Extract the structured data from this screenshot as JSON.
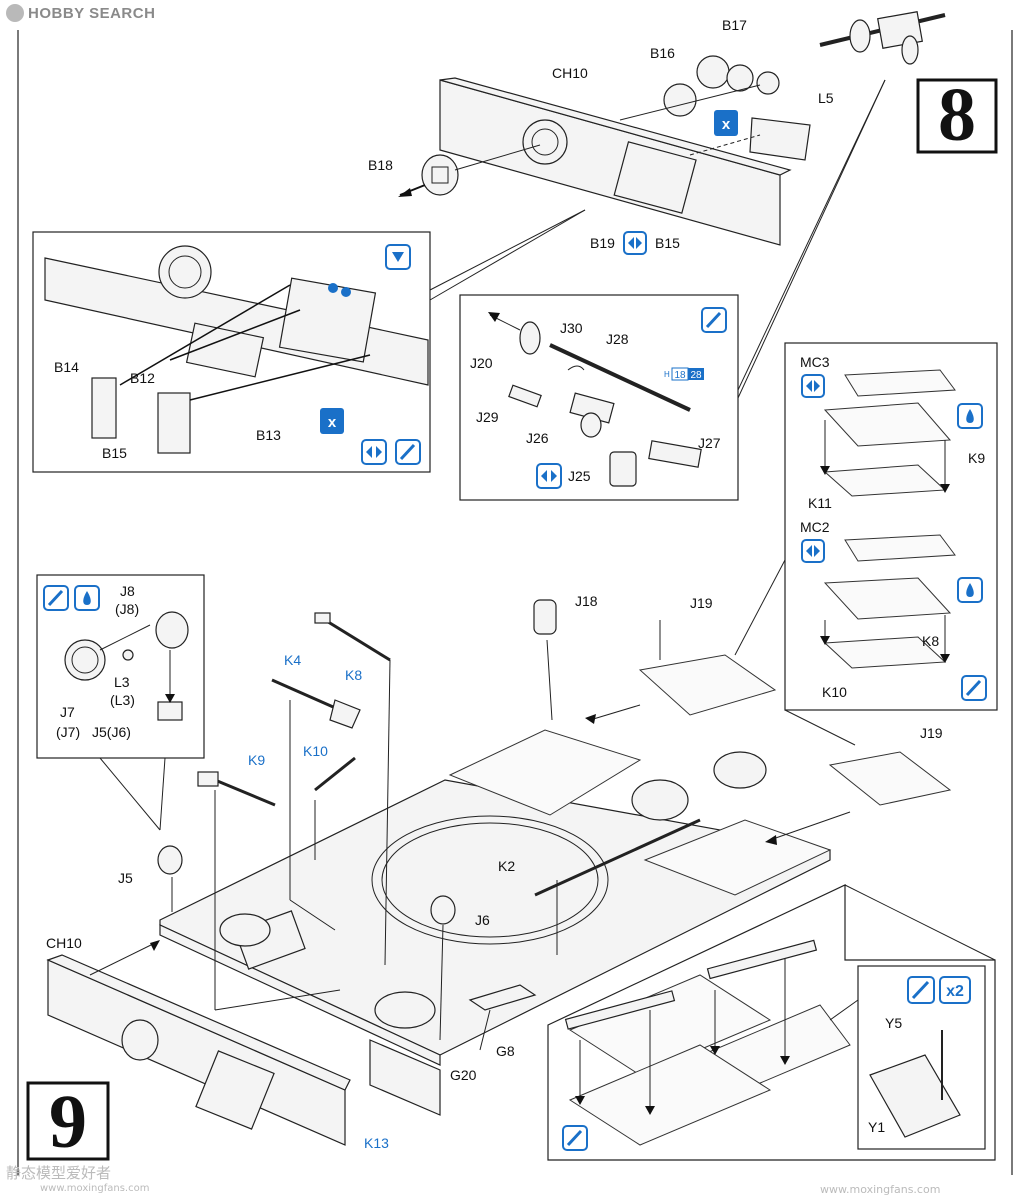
{
  "watermark": {
    "site": "HOBBY SEARCH",
    "bottom_text": "静态模型爱好者",
    "bottom_sub": "www.moxingfans.com",
    "url": "www.moxingfans.com"
  },
  "steps": {
    "step8": "8",
    "step9": "9"
  },
  "parts_step8": {
    "ch10": "CH10",
    "b16": "B16",
    "b17": "B17",
    "b18": "B18",
    "l5": "L5",
    "b19": "B19",
    "b15": "B15"
  },
  "inset_hatch": {
    "b14": "B14",
    "b12": "B12",
    "b13": "B13",
    "b15": "B15"
  },
  "inset_mg": {
    "j30": "J30",
    "j28": "J28",
    "j20": "J20",
    "j29": "J29",
    "j26": "J26",
    "j27": "J27",
    "j25": "J25",
    "h_label": "H",
    "n18": "18",
    "n28": "28"
  },
  "inset_grille": {
    "mc3": "MC3",
    "k9": "K9",
    "k11": "K11",
    "mc2": "MC2",
    "k8": "K8",
    "k10": "K10"
  },
  "inset_vision": {
    "j8": "J8",
    "j8p": "(J8)",
    "l3": "L3",
    "l3p": "(L3)",
    "j7": "J7",
    "j7p": "(J7)",
    "j5": "J5(J6)"
  },
  "parts_step9": {
    "k4": "K4",
    "k8": "K8",
    "j18": "J18",
    "j19a": "J19",
    "j19b": "J19",
    "k9": "K9",
    "k10": "K10",
    "j5": "J5",
    "k2": "K2",
    "j6": "J6",
    "ch10": "CH10",
    "g8": "G8",
    "g20": "G20",
    "k13": "K13"
  },
  "inset_rear": {
    "y5": "Y5",
    "y1": "Y1",
    "x2": "x2"
  },
  "colors": {
    "blue": "#1a70c8",
    "ink": "#111111"
  }
}
